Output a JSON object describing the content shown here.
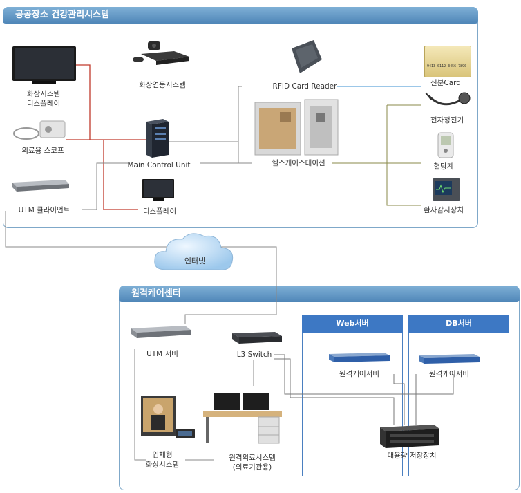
{
  "top_panel": {
    "title": "공공장소 건강관리시스템",
    "labels": {
      "display1": "화상시스템\n디스플레이",
      "scope": "의료용 스코프",
      "utm_client": "UTM 클라이언트",
      "video_conf": "화상연동시스템",
      "mcu": "Main Control Unit",
      "display2": "디스플레이",
      "rfid": "RFID Card Reader",
      "station": "헬스케어스테이션",
      "id_card": "신분Card",
      "stethoscope": "전자청진기",
      "glucometer": "혈당계",
      "monitor": "환자감시장치"
    }
  },
  "internet": "인터넷",
  "bottom_panel": {
    "title": "원격케어센터",
    "web_server_box": "Web서버",
    "db_server_box": "DB서버",
    "labels": {
      "utm_server": "UTM 서버",
      "l3_switch": "L3 Switch",
      "remote_care_server_web": "원격케어서버",
      "remote_care_server_db": "원격케어서버",
      "storage": "대용량 저장장치",
      "telepresence": "입체형\n화상시스템",
      "remote_medical": "원격의료시스템\n(의료기관용)"
    }
  },
  "card_text": "9413 0112 3456 7890"
}
